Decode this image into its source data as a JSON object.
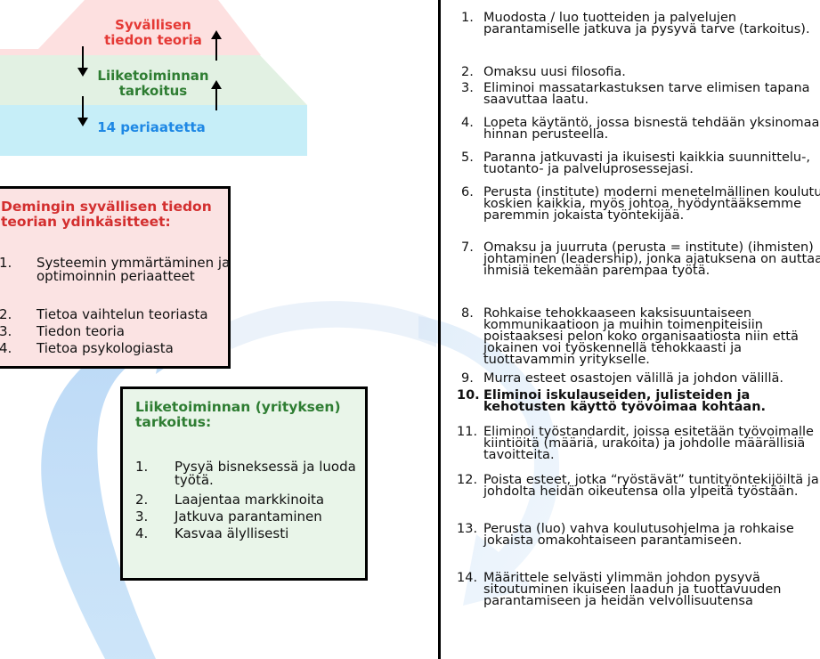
{
  "pyramid": {
    "levels": [
      {
        "label": "Syvällisen tiedon teoria",
        "color": "#e53935"
      },
      {
        "label": "Liiketoiminnan tarkoitus",
        "color": "#2e7d32"
      },
      {
        "label": "14 periaatetta",
        "color": "#1e88e5"
      }
    ]
  },
  "deming_box": {
    "title": "Demingin syvällisen tiedon teorian ydinkäsitteet:",
    "items": [
      {
        "n": "1.",
        "text": "Systeemin ymmärtäminen ja optimoinnin periaatteet"
      },
      {
        "n": "2.",
        "text": "Tietoa vaihtelun teoriasta"
      },
      {
        "n": "3.",
        "text": "Tiedon teoria"
      },
      {
        "n": "4.",
        "text": "Tietoa psykologiasta"
      }
    ]
  },
  "business_box": {
    "title": "Liiketoiminnan (yrityksen) tarkoitus:",
    "items": [
      {
        "n": "1.",
        "text": "Pysyä bisneksessä ja luoda työtä."
      },
      {
        "n": "2.",
        "text": "Laajentaa markkinoita"
      },
      {
        "n": "3.",
        "text": "Jatkuva parantaminen"
      },
      {
        "n": "4.",
        "text": "Kasvaa älyllisesti"
      }
    ]
  },
  "principles": [
    {
      "n": "1.",
      "text": "Muodosta / luo tuotteiden ja palvelujen parantamiselle jatkuva ja pysyvä tarve (tarkoitus)."
    },
    {
      "n": "2.",
      "text": "Omaksu uusi filosofia."
    },
    {
      "n": "3.",
      "text": "Eliminoi massatarkastuksen tarve elimisen tapana saavuttaa laatu."
    },
    {
      "n": "4.",
      "text": "Lopeta käytäntö, jossa bisnestä tehdään yksinomaan hinnan perusteella."
    },
    {
      "n": "5.",
      "text": "Paranna jatkuvasti ja ikuisesti kaikkia suunnittelu-, tuotanto- ja palveluprosessejasi."
    },
    {
      "n": "6.",
      "text": "Perusta (institute) moderni menetelmällinen koulutus koskien kaikkia, myös johtoa, hyödyntääksemme paremmin jokaista työntekijää."
    },
    {
      "n": "7.",
      "text": "Omaksu ja juurruta (perusta = institute) (ihmisten) johtaminen (leadership), jonka ajatuksena on auttaa ihmisiä tekemään parempaa työtä."
    },
    {
      "n": "8.",
      "text": "Rohkaise tehokkaaseen kaksisuuntaiseen kommunikaatioon ja muihin toimenpiteisiin poistaaksesi pelon koko organisaatiosta niin että jokainen voi työskennellä tehokkaasti ja tuottavammin yritykselle."
    },
    {
      "n": "9.",
      "text": "Murra esteet osastojen välillä ja johdon välillä."
    },
    {
      "n": "10.",
      "text": "Eliminoi iskulauseiden, julisteiden ja kehotusten käyttö työvoimaa kohtaan.",
      "bold": true
    },
    {
      "n": "11.",
      "text": "Eliminoi työstandardit, joissa esitetään työvoimalle kiintiöitä (määriä, urakoita) ja johdolle määrällisiä tavoitteita."
    },
    {
      "n": "12.",
      "text": "Poista esteet, jotka “ryöstävät” tuntityöntekijöiltä ja johdolta heidän oikeutensa olla ylpeitä työstään."
    },
    {
      "n": "13.",
      "text": "Perusta (luo) vahva koulutusohjelma ja rohkaise jokaista omakohtaiseen parantamiseen."
    },
    {
      "n": "14.",
      "text": "Määrittele selvästi ylimmän johdon pysyvä sitoutuminen ikuiseen laadun ja tuottavuuden parantamiseen ja heidän velvollisuutensa"
    }
  ]
}
